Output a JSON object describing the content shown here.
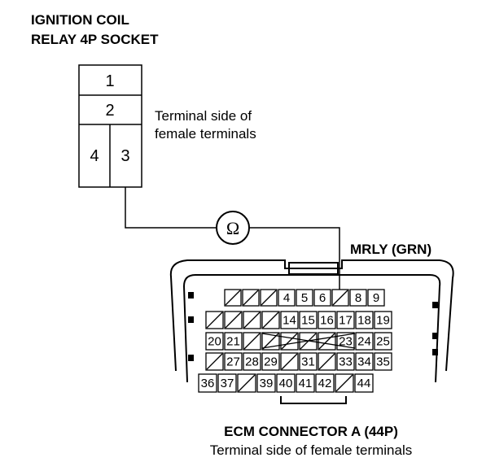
{
  "relay": {
    "title_line1": "IGNITION COIL",
    "title_line2": "RELAY 4P SOCKET",
    "note_line1": "Terminal side of",
    "note_line2": "female terminals",
    "terminals": [
      "1",
      "2",
      "4",
      "3"
    ]
  },
  "meter": {
    "symbol": "Ω",
    "icon": "ohmmeter-icon"
  },
  "wire_label": "MRLY (GRN)",
  "ecm": {
    "title": "ECM CONNECTOR A (44P)",
    "subtitle": "Terminal side of female terminals",
    "row1": [
      "",
      "",
      "",
      "4",
      "5",
      "6",
      "",
      "8",
      "9"
    ],
    "row2": [
      "",
      "",
      "",
      "",
      "14",
      "15",
      "16",
      "17",
      "18",
      "19"
    ],
    "row3": [
      "20",
      "21",
      "",
      "",
      "",
      "",
      "",
      "23",
      "24",
      "25"
    ],
    "row4": [
      "",
      "27",
      "28",
      "29",
      "",
      "31",
      "",
      "33",
      "34",
      "35"
    ],
    "row5": [
      "36",
      "37",
      "",
      "39",
      "40",
      "41",
      "42",
      "",
      "44"
    ]
  }
}
